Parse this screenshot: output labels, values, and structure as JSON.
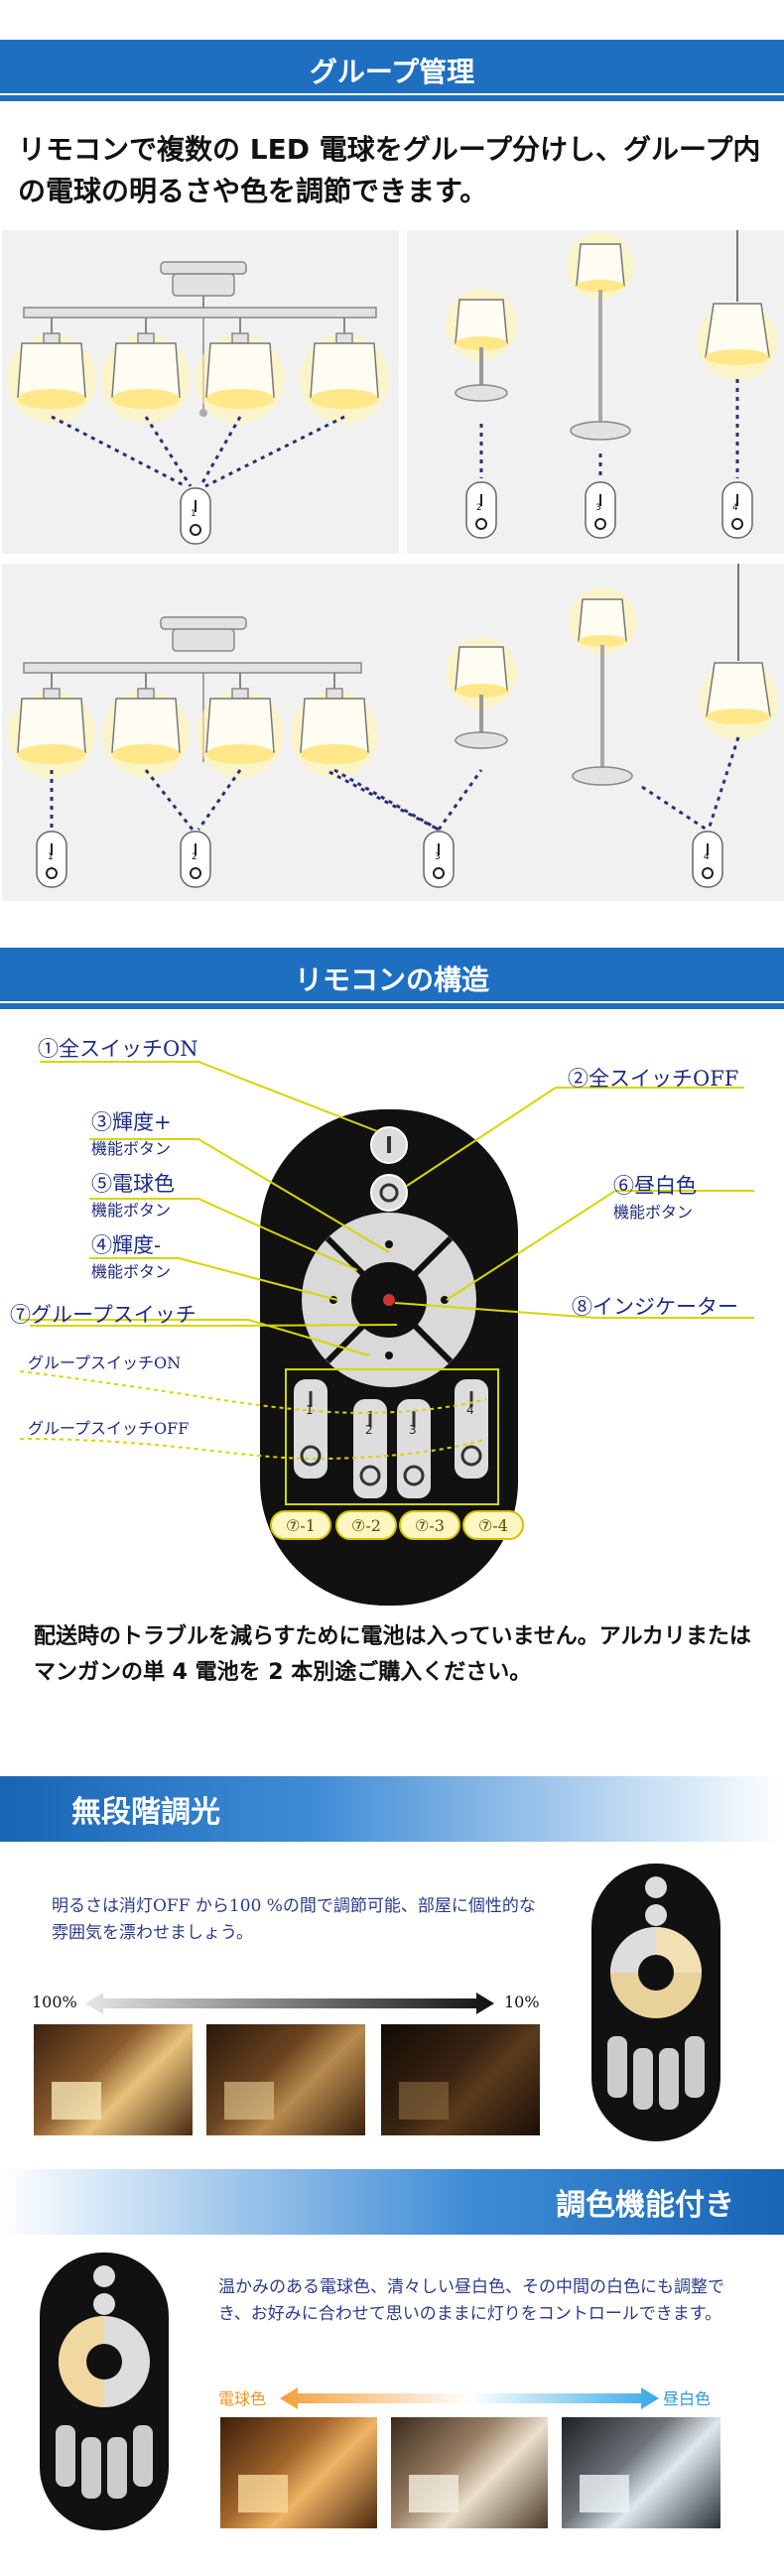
{
  "sections": {
    "group": {
      "title": "グループ管理",
      "description": "リモコンで複数の LED 電球をグループ分けし、グループ内の電球の明るさや色を調節できます。",
      "remote_numbers": [
        "1",
        "2",
        "3",
        "4"
      ]
    },
    "structure": {
      "title": "リモコンの構造",
      "labels": {
        "all_on": "①全スイッチON",
        "all_off": "②全スイッチOFF",
        "bright_up": "③輝度+",
        "bright_up_sub": "機能ボタン",
        "warm": "⑤電球色",
        "warm_sub": "機能ボタン",
        "bright_down": "④輝度-",
        "bright_down_sub": "機能ボタン",
        "daywhite": "⑥昼白色",
        "daywhite_sub": "機能ボタン",
        "group_switch": "⑦グループスイッチ",
        "indicator": "⑧インジケーター",
        "group_on": "グループスイッチON",
        "group_off": "グループスイッチOFF"
      },
      "chips": [
        "⑦-1",
        "⑦-2",
        "⑦-3",
        "⑦-4"
      ],
      "key_numbers": [
        "1",
        "2",
        "3",
        "4"
      ],
      "note": "配送時のトラブルを減らすために電池は入っていません。アルカリまたはマンガンの単 4 電池を 2 本別途ご購入ください。"
    },
    "dimming": {
      "title": "無段階調光",
      "text": "明るさは消灯OFF から100 %の間で調節可能、部屋に個性的な雰囲気を漂わせましょう。",
      "left_label": "100%",
      "right_label": "10%"
    },
    "color": {
      "title": "調色機能付き",
      "text": "温かみのある電球色、清々しい昼白色、その中間の白色にも調整でき、お好みに合わせて思いのままに灯りをコントロールできます。",
      "left_label": "電球色",
      "right_label": "昼白色"
    }
  },
  "colors": {
    "brand_blue": "#1f6fc0",
    "dots": "#2b2f7a",
    "callout": "#d6d600",
    "warm": "#f2a03a",
    "cool": "#36a9e8"
  }
}
